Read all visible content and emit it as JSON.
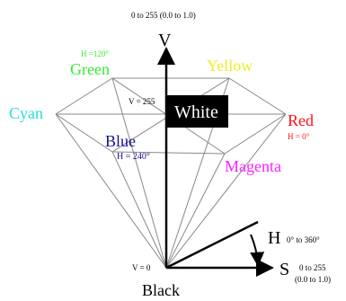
{
  "top_range": "0 to 255 (0.0 to 1.0)",
  "axis_v_label": "V",
  "colors": {
    "green": "#33ee33",
    "yellow": "#eeee22",
    "cyan": "#22dddd",
    "red": "#ff1111",
    "blue": "#111199",
    "magenta": "#ff22ff"
  },
  "labels": {
    "green": "Green",
    "green_hue": "H =120°",
    "yellow": "Yellow",
    "cyan": "Cyan",
    "red": "Red",
    "red_hue": "H = 0°",
    "blue": "Blue",
    "blue_hue": "H = 240°",
    "magenta": "Magenta",
    "white": "White",
    "v255": "V = 255",
    "v0": "V = 0",
    "black": "Black",
    "h_axis": "H",
    "h_range": "0° to 360°",
    "s_axis": "S",
    "s_range_1": "0 to 255",
    "s_range_2": "(0.0 to 1.0)"
  }
}
